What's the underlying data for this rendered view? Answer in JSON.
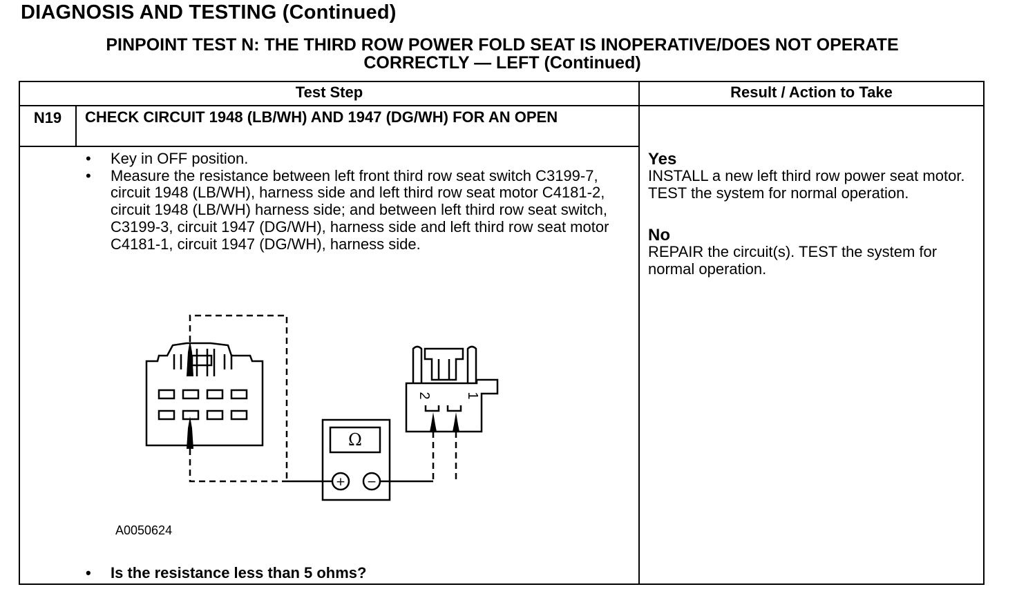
{
  "section_title": "DIAGNOSIS AND TESTING (Continued)",
  "test_title": {
    "line1": "PINPOINT TEST N: THE THIRD ROW POWER FOLD SEAT IS INOPERATIVE/DOES NOT OPERATE",
    "line2": "CORRECTLY — LEFT (Continued)"
  },
  "table": {
    "col_test_step": "Test Step",
    "col_result": "Result / Action to Take"
  },
  "step": {
    "id": "N19",
    "title": "CHECK CIRCUIT 1948 (LB/WH) AND 1947 (DG/WH) FOR AN OPEN",
    "bullets": [
      "Key in OFF position.",
      "Measure the resistance between left front third row seat switch C3199-7, circuit 1948 (LB/WH), harness side and left third row seat motor C4181-2, circuit 1948 (LB/WH) harness side; and between left third row seat switch, C3199-3, circuit 1947 (DG/WH), harness side and left third row seat motor C4181-1, circuit 1947 (DG/WH), harness side."
    ],
    "figure_id": "A0050624",
    "question": "Is the resistance less than 5 ohms?"
  },
  "diagram": {
    "meter_symbol": "Ω",
    "plus_label": "+",
    "minus_label": "−",
    "pin_label_2": "2",
    "pin_label_1": "1"
  },
  "results": {
    "yes_label": "Yes",
    "yes_text": "INSTALL a new left third row power seat motor. TEST the system for normal operation.",
    "no_label": "No",
    "no_text": "REPAIR the circuit(s). TEST the system for normal operation."
  }
}
